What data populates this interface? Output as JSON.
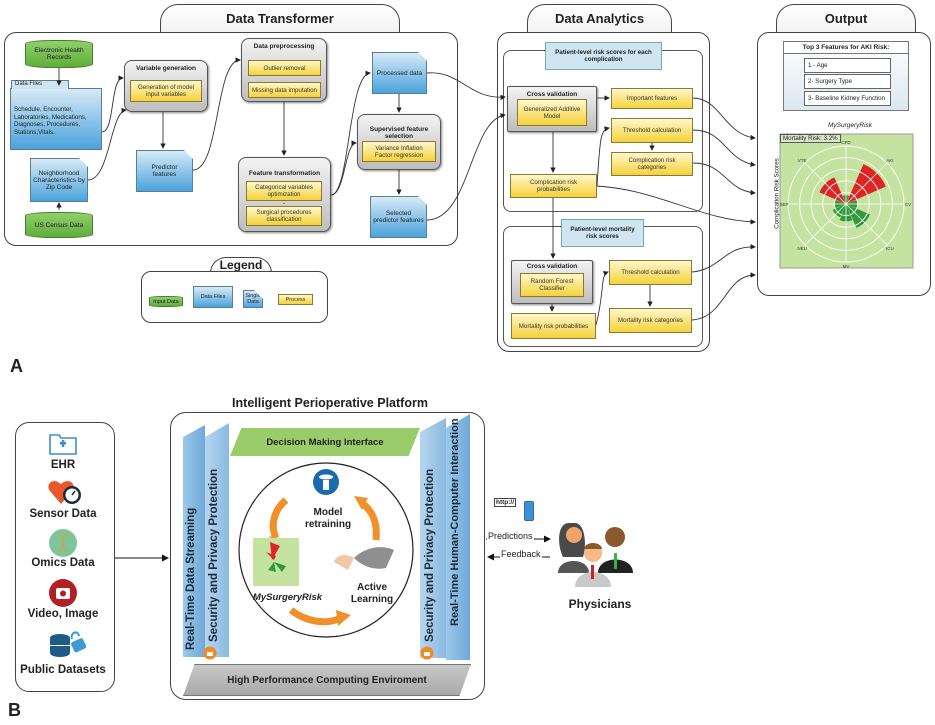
{
  "panel_labels": {
    "a": "A",
    "b": "B"
  },
  "data_transformer": {
    "title": "Data Transformer",
    "ehr": "Electronic Health Records",
    "data_files": {
      "label": "Data Files",
      "content": "Schedule, Encounter, Laboratories, Medications, Diagnoses, Procedures, Stations,Vitals."
    },
    "neighborhood": "Neighborhood Characteristics by Zip Code",
    "census": "US Census Data",
    "variable_generation": {
      "title": "Variable generation",
      "step": "Generation of model input variables"
    },
    "predictor_features": "Predictor features",
    "data_preprocessing": {
      "title": "Data preprocessing",
      "steps": [
        "Outlier removal",
        "Missing data imputation"
      ]
    },
    "feature_transformation": {
      "title": "Feature transformation",
      "steps": [
        "Categorical variables optimization",
        "Surgical procedures classification"
      ]
    },
    "processed_data": "Processed data",
    "supervised_selection": {
      "title": "Supervised feature selection",
      "step": "Variance Inflation Factor regression"
    },
    "selected_features": "Selected predictor features"
  },
  "legend": {
    "title": "Legend",
    "items": [
      "Input Data",
      "Data Files",
      "Single Data",
      "Process"
    ]
  },
  "data_analytics": {
    "title": "Data Analytics",
    "complication": {
      "header": "Patient-level risk scores  for each complication",
      "cv_title": "Cross validation",
      "model": "Generalized  Additive Model",
      "important_features": "Important features",
      "threshold": "Threshold calculation",
      "categories": "Complication risk categories",
      "probabilities": "Complication risk probabilities"
    },
    "mortality": {
      "header": "Patient-level mortality  risk scores",
      "cv_title": "Cross validation",
      "model": "Random Forest Classifier",
      "threshold": "Threshold calculation",
      "categories": "Mortality risk categories",
      "probabilities": "Mortality risk probabilities"
    }
  },
  "output": {
    "title": "Output",
    "top_features_title": "Top 3  Features for AKI Risk:",
    "top_features": [
      "1 - Age",
      "2- Surgery Type",
      "3- Baseline Kidney Function"
    ],
    "chart_title": "MySurgeryRisk",
    "mortality_risk": "Mortality Risk: 3.2%",
    "y_axis_label": "Complication Risk Scores"
  },
  "chart_data": {
    "type": "polar-bar",
    "title": "MySurgeryRisk",
    "annotation": "Mortality Risk: 3.2%",
    "ylabel": "Complication Risk Scores",
    "categories": [
      "CFD",
      "AKI",
      "CV",
      "ICU",
      "MV",
      "NEU",
      "SEP",
      "VTE"
    ],
    "values": [
      0.15,
      0.75,
      0.2,
      0.45,
      0.3,
      0.25,
      0.2,
      0.5
    ],
    "colors": [
      "#2e9a3c",
      "#e02424",
      "#2e9a3c",
      "#2e9a3c",
      "#2e9a3c",
      "#2e9a3c",
      "#2e9a3c",
      "#e02424"
    ],
    "rlim": [
      0,
      1
    ],
    "rings": 5,
    "background": "#c5e3a0"
  },
  "platform": {
    "title": "Intelligent Perioperative Platform",
    "decision_interface": "Decision Making Interface",
    "hpc": "High Performance Computing Enviroment",
    "left_bars": [
      "Real-Time Data Streaming",
      "Security and Privacy Protection"
    ],
    "right_bars": [
      "Security and Privacy Protection",
      "Real-Time Human-Computer Interaction"
    ],
    "cycle": {
      "model_retraining": "Model retraining",
      "active_learning": "Active Learning",
      "mysurgeryrisk": "MySurgeryRisk"
    }
  },
  "sources": [
    "EHR",
    "Sensor Data",
    "Omics Data",
    "Video, Image",
    "Public Datasets"
  ],
  "physicians": {
    "label": "Physicians",
    "predictions": "Predictions",
    "feedback": "Feedback",
    "http": "http://"
  }
}
